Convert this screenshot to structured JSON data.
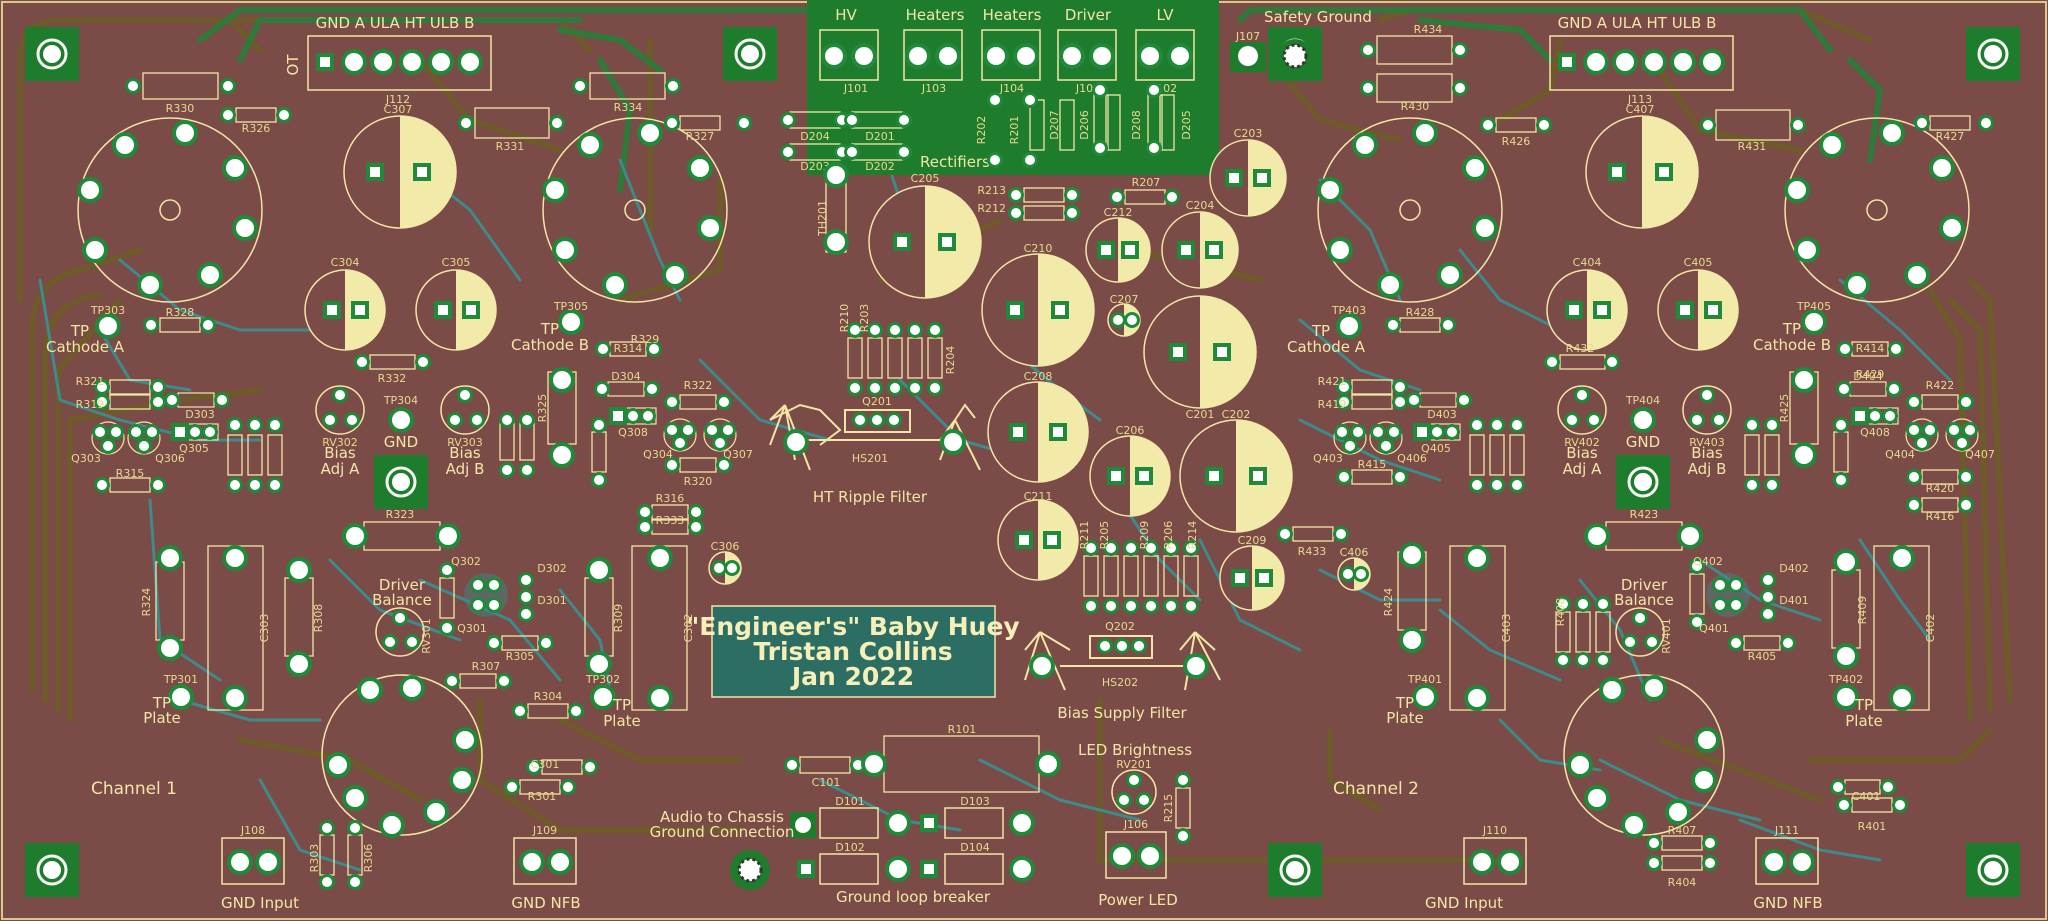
{
  "colors": {
    "board": "#7a4b47",
    "copper_back": "#6e5a2a",
    "copper_front": "#3a7a3a",
    "trace_teal": "#3f8a8a",
    "silkscreen": "#f3e6a6",
    "soldermask_green": "#1d7d2c",
    "title_panel": "#2c6e63"
  },
  "top_labels": {
    "hv": "HV",
    "heaters1": "Heaters",
    "heaters2": "Heaters",
    "driver": "Driver",
    "lv": "LV",
    "safety_ground": "Safety Ground",
    "rectifiers": "Rectifiers"
  },
  "header_left": {
    "pins": "GND  A  ULA  HT  ULB  B",
    "ot": "OT",
    "ref": "J112"
  },
  "header_right": {
    "pins": "GND  A  ULA  HT  ULB  B",
    "ref": "J113"
  },
  "title_block": {
    "line1": "\"Engineer's\" Baby Huey",
    "line2": "Tristan Collins",
    "line3": "Jan 2022"
  },
  "section_labels": {
    "ht_ripple": "HT Ripple Filter",
    "bias_supply": "Bias Supply Filter",
    "led_brightness": "LED Brightness",
    "power_led": "Power LED",
    "audio_chassis1": "Audio to Chassis",
    "audio_chassis2": "Ground Connection",
    "ground_loop": "Ground loop breaker",
    "channel1": "Channel 1",
    "channel2": "Channel 2",
    "gnd_input": "GND Input",
    "gnd_nfb": "GND NFB",
    "tp": "TP",
    "cathode_a": "Cathode A",
    "cathode_b": "Cathode B",
    "plate": "Plate",
    "gnd": "GND",
    "bias": "Bias",
    "adj_a": "Adj A",
    "adj_b": "Adj B",
    "driver1": "Driver",
    "driver2": "Balance"
  },
  "refs": {
    "j101": "J101",
    "j103": "J103",
    "j104": "J104",
    "j105": "J105",
    "j102": "J102",
    "j107": "J107",
    "j108": "J108",
    "j109": "J109",
    "j110": "J110",
    "j111": "J111",
    "j106": "J106",
    "c307": "C307",
    "c407": "C407",
    "c304": "C304",
    "c305": "C305",
    "c404": "C404",
    "c405": "C405",
    "c205": "C205",
    "c210": "C210",
    "c212": "C212",
    "c204": "C204",
    "c203": "C203",
    "c207": "C207",
    "c201": "C201",
    "c202": "C202",
    "c208": "C208",
    "c206": "C206",
    "c211": "C211",
    "c209": "C209",
    "c306": "C306",
    "c406": "C406",
    "c301": "C301",
    "c401": "C401",
    "c303": "C303",
    "c302": "C302",
    "c403": "C403",
    "c402": "C402",
    "c101": "C101",
    "r330": "R330",
    "r326": "R326",
    "r331": "R331",
    "r334": "R334",
    "r327": "R327",
    "r434": "R434",
    "r430": "R430",
    "r426": "R426",
    "r431": "R431",
    "r427": "R427",
    "r202": "R202",
    "r201": "R201",
    "r213": "R213",
    "r212": "R212",
    "r207": "R207",
    "r210": "R210",
    "r203": "R203",
    "r204": "R204",
    "r328": "R328",
    "r329": "R329",
    "r332": "R332",
    "r314": "R314",
    "r322": "R322",
    "r321": "R321",
    "r319": "R319",
    "r315": "R315",
    "r320": "R320",
    "r316": "R316",
    "r333": "R333",
    "r323": "R323",
    "r324": "R324",
    "r308": "R308",
    "r309": "R309",
    "r305": "R305",
    "r307": "R307",
    "r304": "R304",
    "r301": "R301",
    "r303": "R303",
    "r306": "R306",
    "r101": "R101",
    "r215": "R215",
    "r211": "R211",
    "r205": "R205",
    "r209": "R209",
    "r206": "R206",
    "r214": "R214",
    "r433": "R433",
    "r428": "R428",
    "r432": "R432",
    "r414": "R414",
    "r429": "R429",
    "r422": "R422",
    "r421": "R421",
    "r419": "R419",
    "r415": "R415",
    "r420": "R420",
    "r416": "R416",
    "r423": "R423",
    "r424": "R424",
    "r408": "R408",
    "r409": "R409",
    "r405": "R405",
    "r407": "R407",
    "r404": "R404",
    "r401": "R401",
    "r325": "R325",
    "r425": "R425",
    "d204": "D204",
    "d201": "D201",
    "d203": "D203",
    "d202": "D202",
    "d207": "D207",
    "d206": "D206",
    "d208": "D208",
    "d205": "D205",
    "d304": "D304",
    "d303": "D303",
    "d302": "D302",
    "d301": "D301",
    "d404": "D404",
    "d403": "D403",
    "d402": "D402",
    "d401": "D401",
    "d101": "D101",
    "d103": "D103",
    "d102": "D102",
    "d104": "D104",
    "q303": "Q303",
    "q306": "Q306",
    "q305": "Q305",
    "q308": "Q308",
    "q304": "Q304",
    "q307": "Q307",
    "q302": "Q302",
    "q301": "Q301",
    "q201": "Q201",
    "q202": "Q202",
    "q403": "Q403",
    "q406": "Q406",
    "q405": "Q405",
    "q408": "Q408",
    "q404": "Q404",
    "q407": "Q407",
    "q402": "Q402",
    "q401": "Q401",
    "tp303": "TP303",
    "tp305": "TP305",
    "tp304": "TP304",
    "tp301": "TP301",
    "tp302": "TP302",
    "tp403": "TP403",
    "tp405": "TP405",
    "tp404": "TP404",
    "tp401": "TP401",
    "tp402": "TP402",
    "rv302": "RV302",
    "rv303": "RV303",
    "rv301": "RV301",
    "rv402": "RV402",
    "rv403": "RV403",
    "rv401": "RV401",
    "rv201": "RV201",
    "hs201": "HS201",
    "hs202": "HS202",
    "th201": "TH201"
  }
}
